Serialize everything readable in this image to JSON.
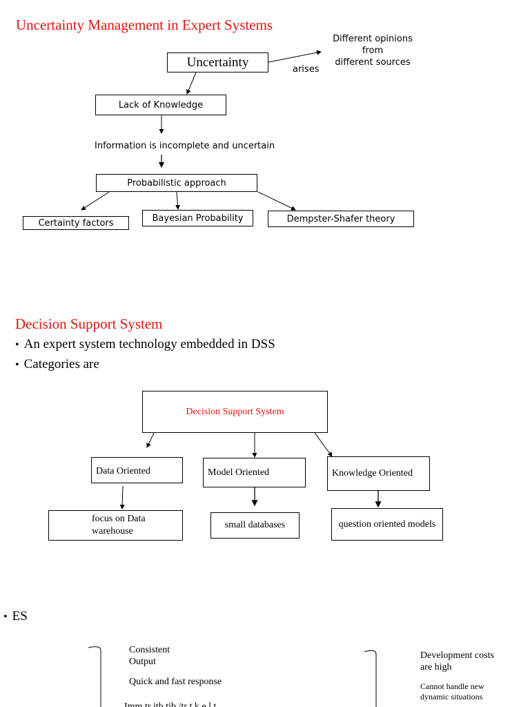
{
  "uncertainty": {
    "title": "Uncertainty Management in Expert Systems",
    "root": "Uncertainty",
    "side_note": "Different opinions from different sources",
    "side_note_line1": "Different opinions from",
    "side_note_line2": "different sources",
    "arises": "arises",
    "lack": "Lack of Knowledge",
    "info": "Information is incomplete  and uncertain",
    "approach": "Probabilistic approach",
    "methods": [
      "Certainty factors",
      "Bayesian Probability",
      "Dempster-Shafer theory"
    ]
  },
  "dss": {
    "title": "Decision Support System",
    "bullets": [
      "An expert system technology embedded in DSS",
      "Categories are"
    ],
    "root": "Decision Support System",
    "categories": [
      "Data Oriented",
      "Model Oriented",
      "Knowledge  Oriented"
    ],
    "leaf_data_line1": "focus on Data",
    "leaf_data_line2": "warehouse",
    "leaf_model": "small databases",
    "leaf_knowledge": "question oriented models"
  },
  "es": {
    "bullet": "ES",
    "left_items": [
      "Consistent",
      "Output",
      "Quick and fast response"
    ],
    "left_cut": "Imm tr itb tib /tr t k e l t",
    "right_items_line1": "Development costs",
    "right_items_line2": "are high",
    "right_small_line1": "Cannot handle new",
    "right_small_line2": "dynamic situations"
  },
  "colors": {
    "accent": "#e8120c",
    "text": "#000000"
  }
}
